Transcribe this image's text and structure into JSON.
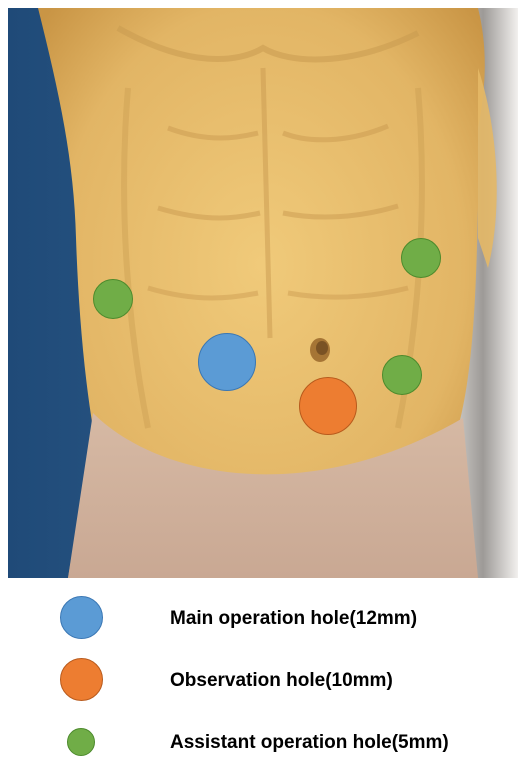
{
  "colors": {
    "main": "#5b9bd5",
    "main_border": "#3a77b4",
    "observation": "#ed7d31",
    "observation_border": "#b85a1c",
    "assistant": "#70ad47",
    "assistant_border": "#4c8a2c",
    "skin": "#e6bd6b",
    "background_blue": "#2f5a86"
  },
  "figure": {
    "image_description_icon": "abdomen-torso-illustration"
  },
  "legend": [
    {
      "key": "main",
      "label": "Main operation hole(12mm)"
    },
    {
      "key": "observation",
      "label": "Observation hole(10mm)"
    },
    {
      "key": "assistant",
      "label": "Assistant operation hole(5mm)"
    }
  ]
}
